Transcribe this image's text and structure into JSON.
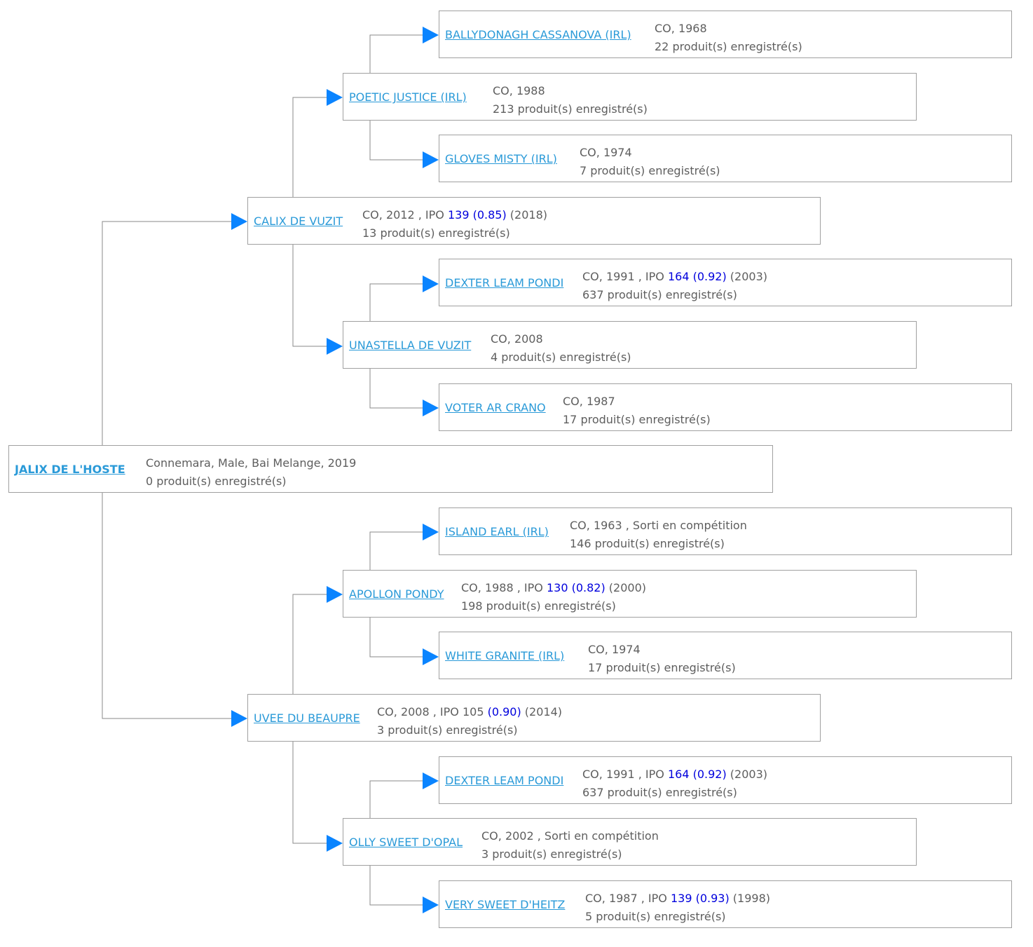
{
  "colors": {
    "link": "#2a9ad8",
    "text": "#5e5e5e",
    "ipo": "#0000dd",
    "arrow": "#0a84ff",
    "line": "#8a8a8a",
    "border": "#a0a0a0"
  },
  "pedigree": {
    "root": {
      "name": "JALIX DE L'HOSTE",
      "info": "Connemara, Male, Bai Melange, 2019",
      "products": "0 produit(s) enregistré(s)"
    },
    "sire": {
      "name": "CALIX DE VUZIT",
      "info_parts": [
        "CO, 2012 , IPO ",
        "139 (0.85)",
        " (2018)"
      ],
      "products": "13 produit(s) enregistré(s)"
    },
    "sire_sire": {
      "name": "POETIC JUSTICE (IRL)",
      "info_parts": [
        "CO, 1988",
        "",
        ""
      ],
      "products": "213 produit(s) enregistré(s)"
    },
    "sire_sire_sire": {
      "name": "BALLYDONAGH CASSANOVA (IRL)",
      "info_parts": [
        "CO, 1968",
        "",
        ""
      ],
      "products": "22 produit(s) enregistré(s)"
    },
    "sire_sire_dam": {
      "name": "GLOVES MISTY (IRL)",
      "info_parts": [
        "CO, 1974",
        "",
        ""
      ],
      "products": "7 produit(s) enregistré(s)"
    },
    "sire_dam": {
      "name": "UNASTELLA DE VUZIT",
      "info_parts": [
        "CO, 2008",
        "",
        ""
      ],
      "products": "4 produit(s) enregistré(s)"
    },
    "sire_dam_sire": {
      "name": "DEXTER LEAM PONDI",
      "info_parts": [
        "CO, 1991 , IPO ",
        "164 (0.92)",
        " (2003)"
      ],
      "products": "637 produit(s) enregistré(s)"
    },
    "sire_dam_dam": {
      "name": "VOTER AR CRANO",
      "info_parts": [
        "CO, 1987",
        "",
        ""
      ],
      "products": "17 produit(s) enregistré(s)"
    },
    "dam": {
      "name": "UVEE DU BEAUPRE",
      "info_parts": [
        "CO, 2008 , IPO 105 ",
        "(0.90)",
        " (2014)"
      ],
      "products": "3 produit(s) enregistré(s)"
    },
    "dam_sire": {
      "name": "APOLLON PONDY",
      "info_parts": [
        "CO, 1988 , IPO ",
        "130 (0.82)",
        " (2000)"
      ],
      "products": "198 produit(s) enregistré(s)"
    },
    "dam_sire_sire": {
      "name": "ISLAND EARL (IRL)",
      "info_parts": [
        "CO, 1963 , Sorti en compétition",
        "",
        ""
      ],
      "products": "146 produit(s) enregistré(s)"
    },
    "dam_sire_dam": {
      "name": "WHITE GRANITE (IRL)",
      "info_parts": [
        "CO, 1974",
        "",
        ""
      ],
      "products": "17 produit(s) enregistré(s)"
    },
    "dam_dam": {
      "name": "OLLY SWEET D'OPAL",
      "info_parts": [
        "CO, 2002 , Sorti en compétition",
        "",
        ""
      ],
      "products": "3 produit(s) enregistré(s)"
    },
    "dam_dam_sire": {
      "name": "DEXTER LEAM PONDI",
      "info_parts": [
        "CO, 1991 , IPO ",
        "164 (0.92)",
        " (2003)"
      ],
      "products": "637 produit(s) enregistré(s)"
    },
    "dam_dam_dam": {
      "name": "VERY SWEET D'HEITZ",
      "info_parts": [
        "CO, 1987 , IPO ",
        "139 (0.93)",
        " (1998)"
      ],
      "products": "5 produit(s) enregistré(s)"
    }
  }
}
